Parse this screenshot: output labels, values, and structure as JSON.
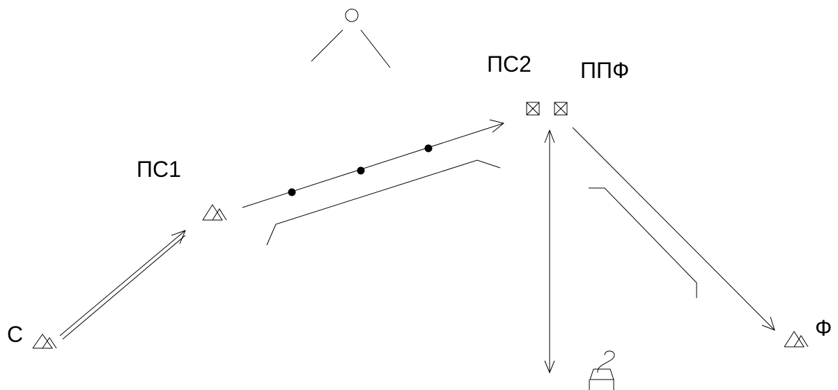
{
  "labels": {
    "c": "С",
    "ps1": "ПС1",
    "ps2": "ПС2",
    "ppf": "ППФ",
    "f": "Ф"
  },
  "stroke_color": "#000000",
  "background_color": "#ffffff",
  "icons": [
    "mountain-icon",
    "substation-box-icon",
    "person-icon",
    "weight-icon",
    "arrow-icon",
    "dot-marker-icon"
  ]
}
